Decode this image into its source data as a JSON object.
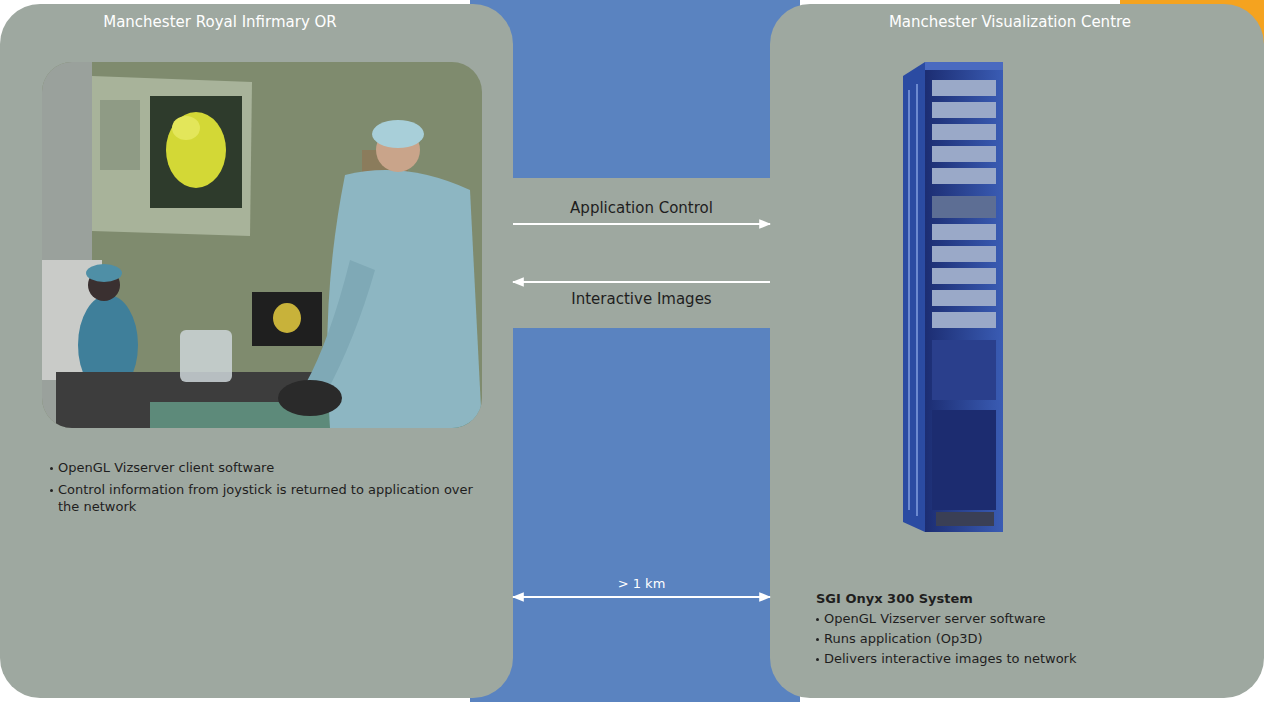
{
  "diagram": {
    "nodes": [
      {
        "text": [
          "Manchester Royal Infirmary OR",
          "OpenGL Vizserver client software",
          "Control information from joystick is returned to application over the network"
        ]
      },
      {
        "text": [
          "Manchester Visualization Centre",
          "SGI Onyx 300 System",
          "OpenGL Vizserver server software",
          "Runs application (Op3D)",
          "Delivers interactive images to network"
        ]
      }
    ],
    "edges": [
      {
        "from": 0,
        "to": 1,
        "arrow": "to",
        "label": "Application Control"
      },
      {
        "from": 1,
        "to": 0,
        "arrow": "to",
        "label": "Interactive Images"
      },
      {
        "from": 0,
        "to": 1,
        "arrow": "both",
        "label": "> 1 km"
      }
    ]
  }
}
